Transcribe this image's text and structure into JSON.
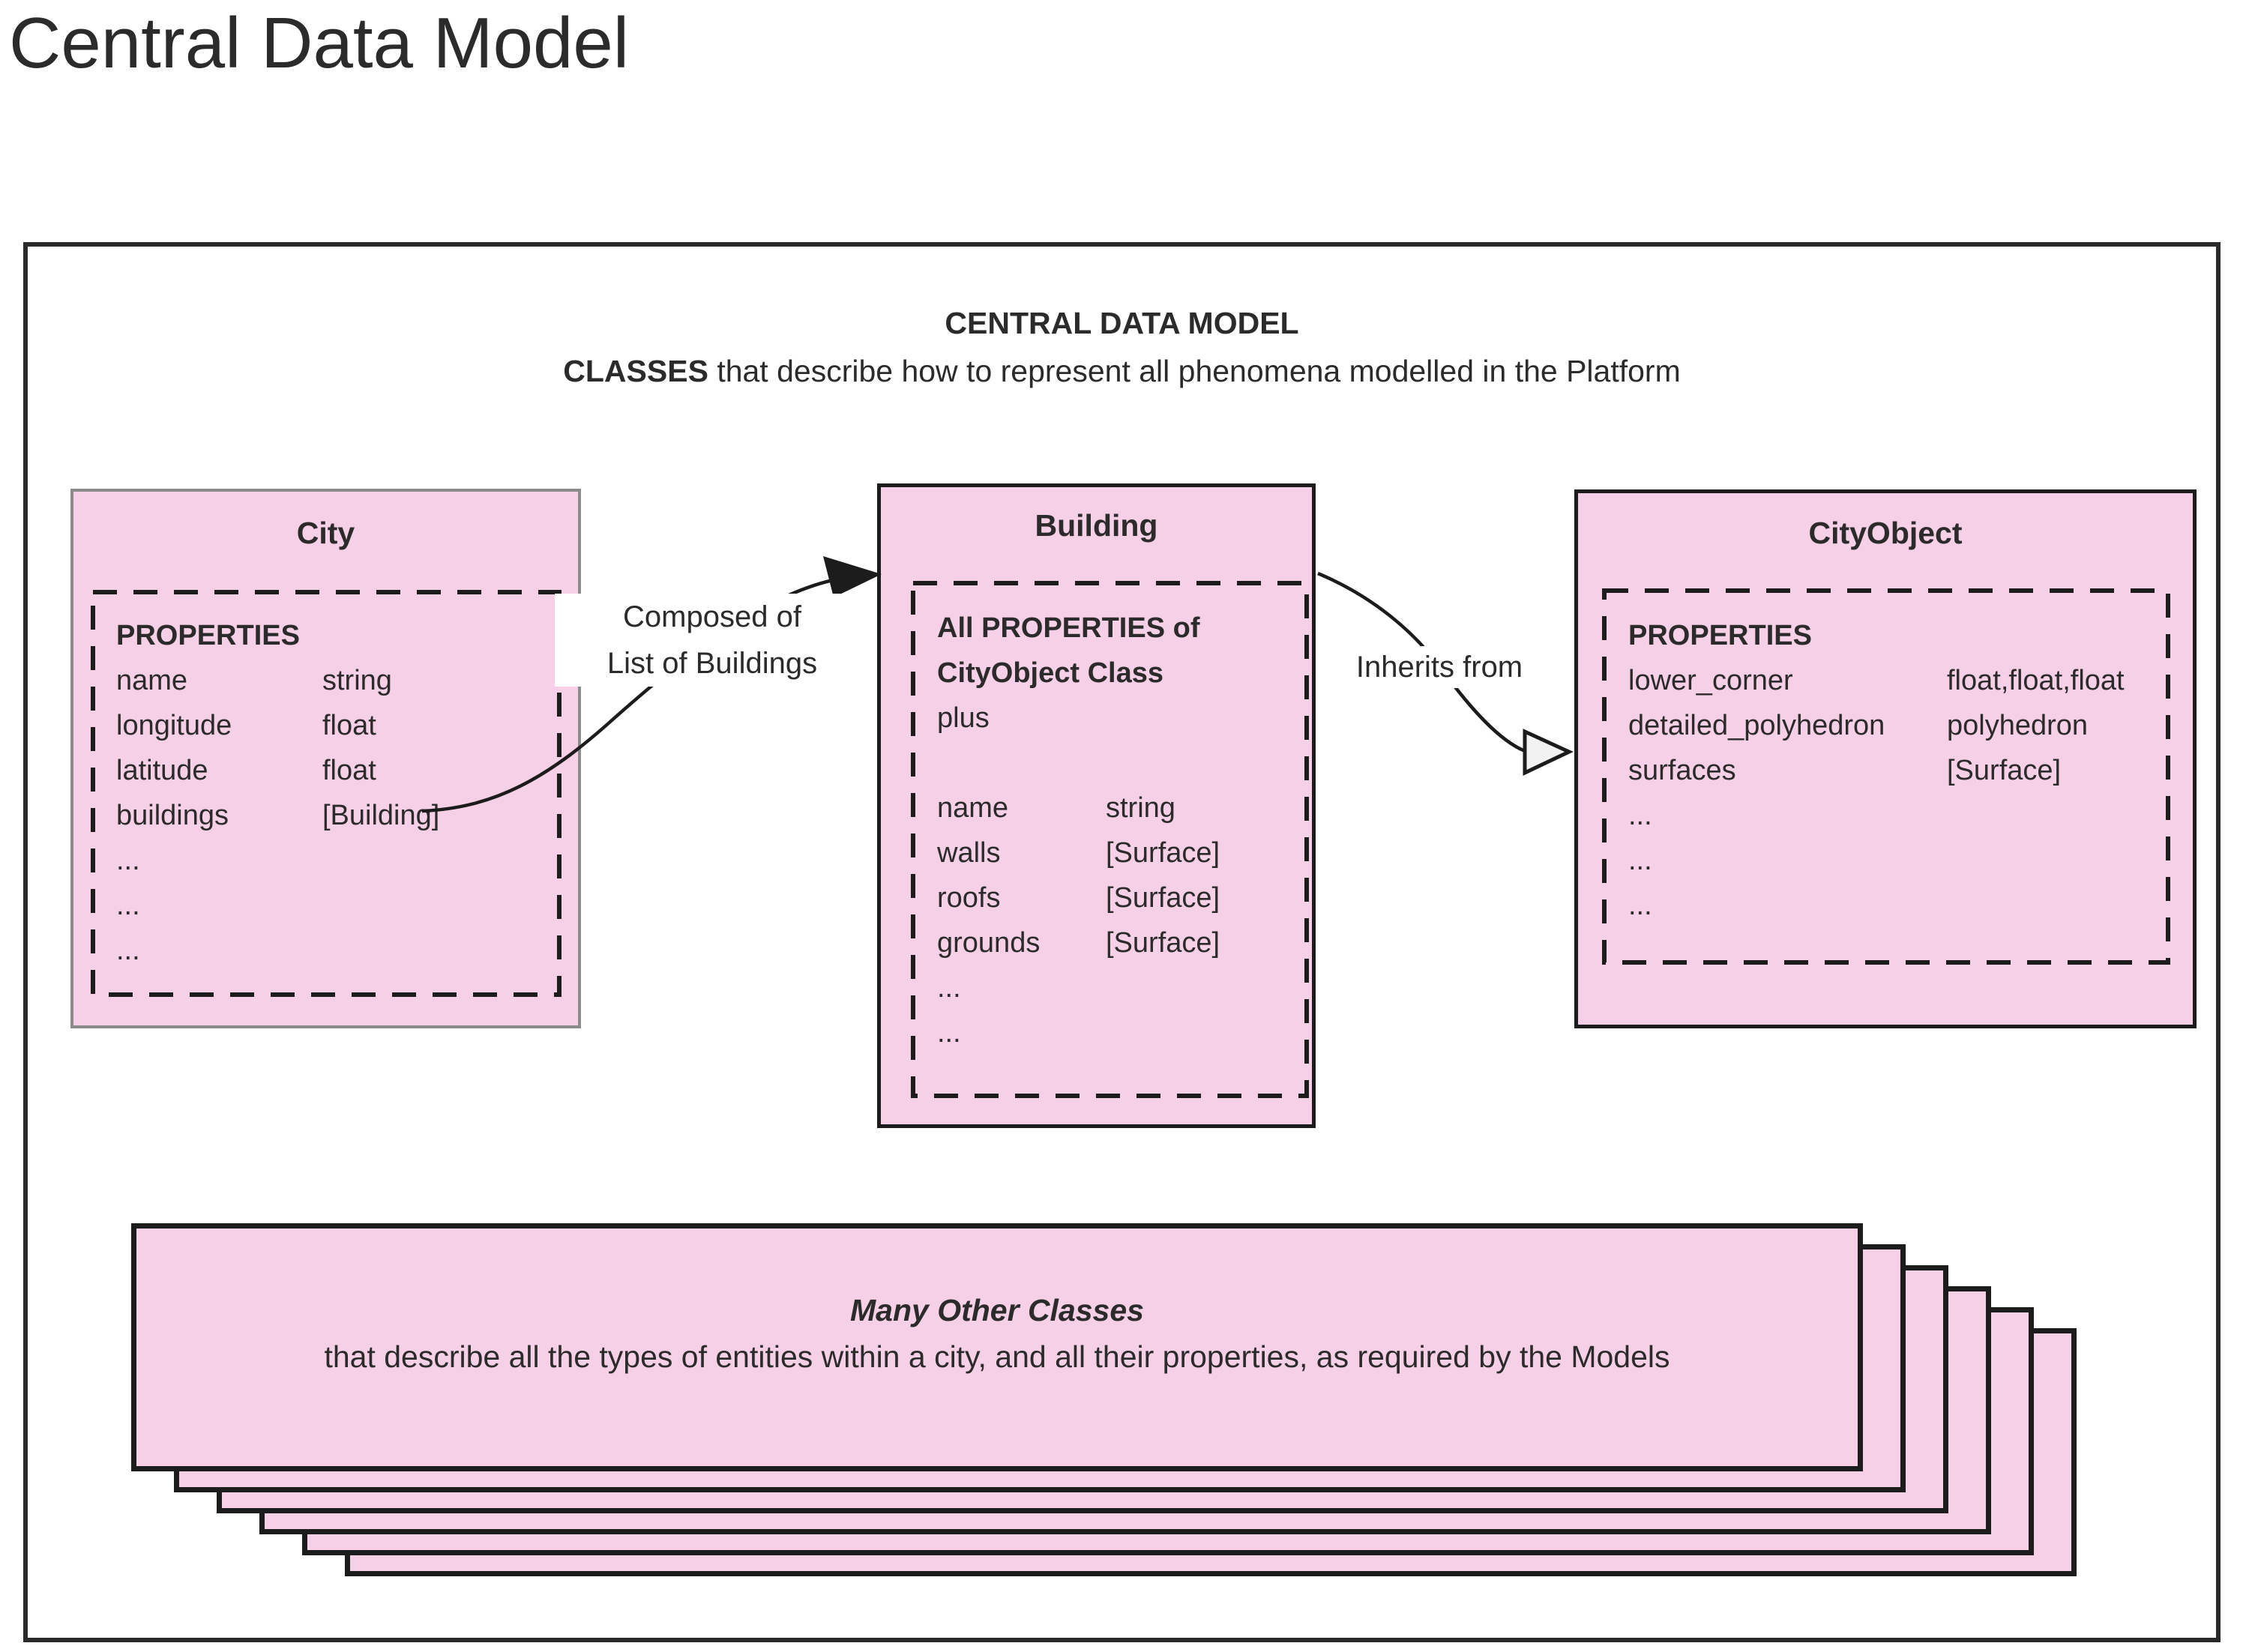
{
  "page_title": "Central Data Model",
  "header": {
    "title": "CENTRAL DATA MODEL",
    "subtitle_bold": "CLASSES",
    "subtitle_rest": " that describe how to represent all phenomena modelled in the Platform"
  },
  "colors": {
    "pink_fill": "#f6d0e6",
    "dark_border": "#1c1c1c",
    "gray_border": "#8b8b8b",
    "text": "#2b2b2b"
  },
  "classes": {
    "city": {
      "title": "City",
      "section": "PROPERTIES",
      "rows": [
        {
          "name": "name",
          "type": "string"
        },
        {
          "name": "longitude",
          "type": "float"
        },
        {
          "name": "latitude",
          "type": "float"
        },
        {
          "name": "buildings",
          "type": "[Building]"
        },
        {
          "name": "...",
          "type": ""
        },
        {
          "name": "...",
          "type": ""
        },
        {
          "name": "...",
          "type": ""
        }
      ]
    },
    "building": {
      "title": "Building",
      "section_line1": "All PROPERTIES of",
      "section_line2": "CityObject Class",
      "section_line3": "plus",
      "rows": [
        {
          "name": "name",
          "type": "string"
        },
        {
          "name": "walls",
          "type": "[Surface]"
        },
        {
          "name": "roofs",
          "type": "[Surface]"
        },
        {
          "name": "grounds",
          "type": "[Surface]"
        },
        {
          "name": "...",
          "type": ""
        },
        {
          "name": "...",
          "type": ""
        }
      ]
    },
    "cityobject": {
      "title": "CityObject",
      "section": "PROPERTIES",
      "rows": [
        {
          "name": "lower_corner",
          "type": "float,float,float"
        },
        {
          "name": "detailed_polyhedron",
          "type": "polyhedron"
        },
        {
          "name": "surfaces",
          "type": "[Surface]"
        },
        {
          "name": "...",
          "type": ""
        },
        {
          "name": "...",
          "type": ""
        },
        {
          "name": "...",
          "type": ""
        }
      ]
    }
  },
  "relations": {
    "composed_of": {
      "line1": "Composed of",
      "line2": "List of Buildings"
    },
    "inherits_from": {
      "label": "Inherits from"
    }
  },
  "stack": {
    "card_count": 6,
    "title": "Many Other Classes",
    "description": "that describe all the types of entities within a city, and all their properties, as required by the Models"
  }
}
